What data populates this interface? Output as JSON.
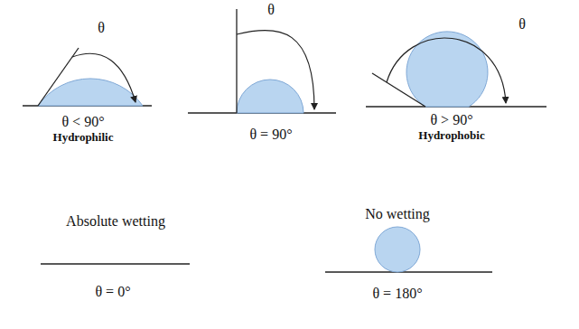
{
  "diagram": {
    "labels": [
      "θ",
      "θ < 90°",
      "Hydrophilic",
      "θ",
      "θ = 90°",
      "θ",
      "θ > 90°",
      "Hydrophobic",
      "Absolute wetting",
      "θ = 0°",
      "No wetting",
      "θ = 180°"
    ]
  }
}
